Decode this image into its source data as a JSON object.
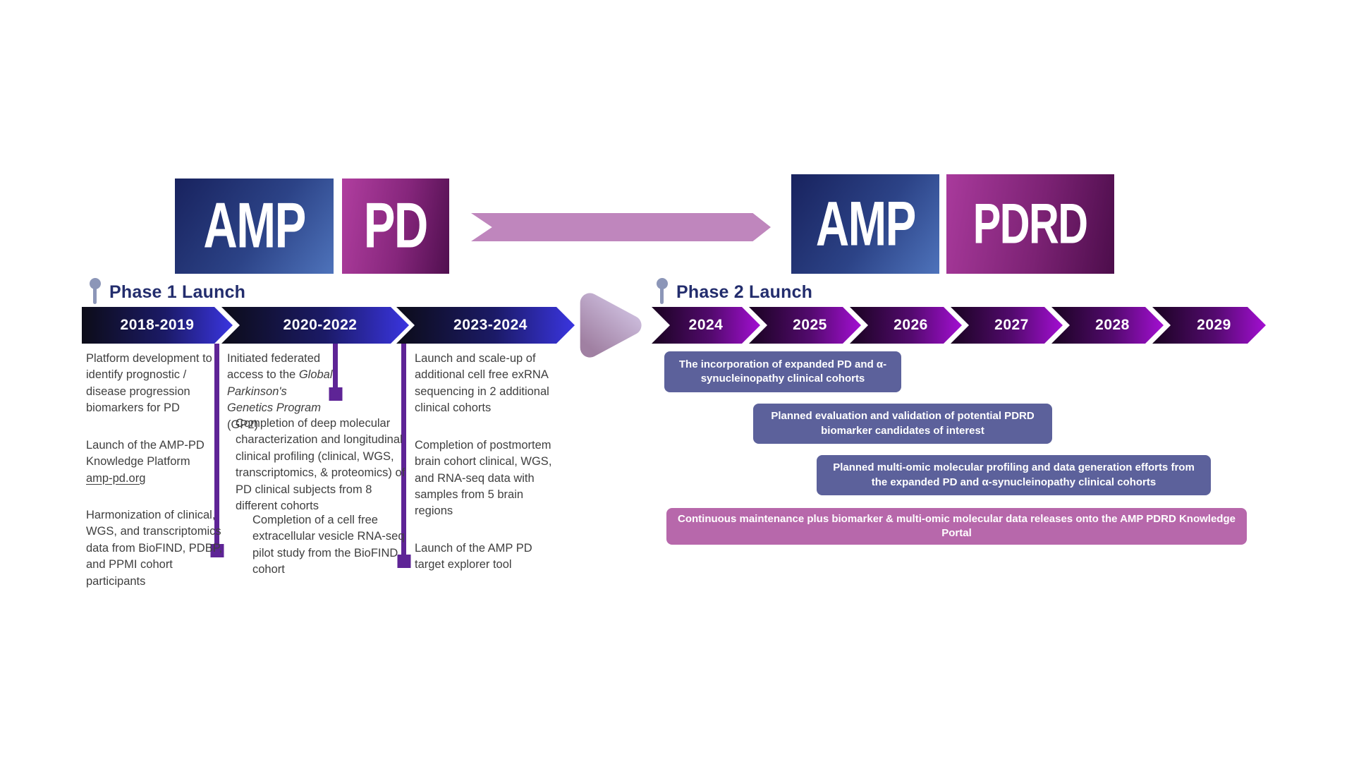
{
  "logos": {
    "amp_pd": {
      "amp": "AMP",
      "pd": "PD"
    },
    "amp_pdrd": {
      "amp": "AMP",
      "pdrd": "PDRD"
    }
  },
  "phase1": {
    "label": "Phase 1 Launch",
    "periods": [
      "2018-2019",
      "2020-2022",
      "2023-2024"
    ],
    "col1": {
      "item1": "Platform development to identify prognostic / disease progression biomarkers for PD",
      "item2_text": "Launch of the AMP-PD Knowledge Platform",
      "item2_link": "amp-pd.org",
      "item3": "Harmonization of clinical, WGS, and transcriptomics data from BioFIND, PDBP, and PPMI cohort participants"
    },
    "col2": {
      "item1_pre": "Initiated federated access to the ",
      "item1_italic": "Global Parkinson's Genetics Program",
      "item1_post": " (GP2)",
      "item2": "Completion of deep molecular characterization and longitudinal clinical profiling (clinical, WGS, transcriptomics, & proteomics) of PD clinical subjects from 8 different cohorts",
      "item3": "Completion of  a cell free extracellular vesicle RNA-seq pilot study from the BioFIND cohort"
    },
    "col3": {
      "item1": "Launch and scale-up of additional  cell free exRNA sequencing in 2 additional clinical cohorts",
      "item2": "Completion of postmortem brain cohort clinical, WGS, and RNA-seq data with samples from 5 brain regions",
      "item3": "Launch of  the AMP PD target explorer tool"
    }
  },
  "phase2": {
    "label": "Phase 2 Launch",
    "years": [
      "2024",
      "2025",
      "2026",
      "2027",
      "2028",
      "2029"
    ],
    "bars": [
      {
        "text": "The incorporation of expanded PD and α-synucleinopathy clinical cohorts",
        "color": "#5c619b"
      },
      {
        "text": "Planned evaluation and validation of potential PDRD biomarker candidates of interest",
        "color": "#5c619b"
      },
      {
        "text": "Planned multi-omic molecular profiling and data generation efforts from the expanded PD and α-synucleinopathy clinical cohorts",
        "color": "#5c619b"
      },
      {
        "text": "Continuous maintenance plus biomarker & multi-omic molecular data releases onto the AMP PDRD Knowledge Portal",
        "color": "#b768ab"
      }
    ]
  },
  "colors": {
    "phase1_chevron_dark": "#0c0c18",
    "phase1_chevron_bright": "#3a35e0",
    "phase2_chevron_dark": "#190320",
    "phase2_chevron_bright": "#a30fd2",
    "heading_navy": "#232d6d",
    "pin_gray": "#8c96b8",
    "dropline_purple": "#5e2496",
    "ribbon_mauve": "#bf86bd",
    "logo_blue_start": "#18225e",
    "logo_blue_end": "#4e73bb",
    "logo_magenta_start": "#b03e9f",
    "logo_magenta_end": "#500f4f",
    "body_text": "#3f3f3f"
  }
}
